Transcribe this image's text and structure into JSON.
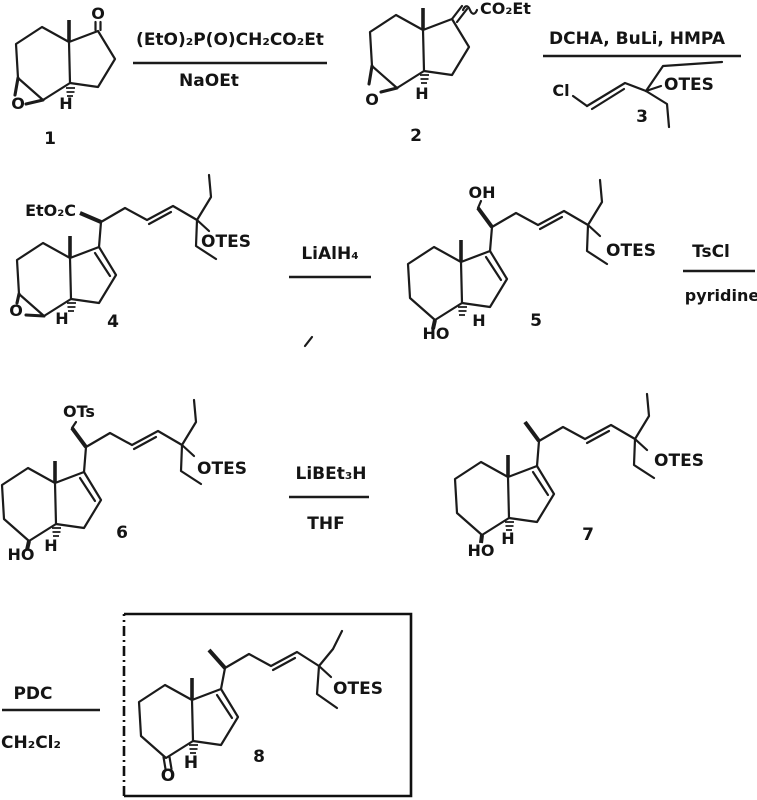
{
  "scheme": {
    "steps": [
      {
        "above": "(EtO)₂P(O)CH₂CO₂Et",
        "below": "NaOEt"
      },
      {
        "above": "DCHA, BuLi, HMPA"
      },
      {
        "above": "LiAlH₄"
      },
      {
        "above": "TsCl",
        "below": "pyridine"
      },
      {
        "above": "LiBEt₃H",
        "below": "THF"
      },
      {
        "above": "PDC",
        "below": "CH₂Cl₂"
      }
    ],
    "compounds": [
      {
        "number": "1",
        "ketone_o": "O",
        "epoxide_o": "O",
        "stereo_h": "H"
      },
      {
        "number": "2",
        "ester": "CO₂Et",
        "epoxide_o": "O",
        "stereo_h": "H"
      },
      {
        "number": "3",
        "chloride": "Cl",
        "otes": "OTES"
      },
      {
        "number": "4",
        "ester": "EtO₂C",
        "otes": "OTES",
        "epoxide_o": "O",
        "stereo_h": "H"
      },
      {
        "number": "5",
        "hydroxymethyl": "OH",
        "otes": "OTES",
        "hydroxyl": "HO",
        "stereo_h": "H"
      },
      {
        "number": "6",
        "tosylate": "OTs",
        "otes": "OTES",
        "hydroxyl": "HO",
        "stereo_h": "H"
      },
      {
        "number": "7",
        "otes": "OTES",
        "hydroxyl": "HO",
        "stereo_h": "H"
      },
      {
        "number": "8",
        "otes": "OTES",
        "ketone_o": "O",
        "stereo_h": "H"
      }
    ],
    "colors": {
      "ink": "#1b1b1b",
      "background": "#ffffff"
    }
  }
}
